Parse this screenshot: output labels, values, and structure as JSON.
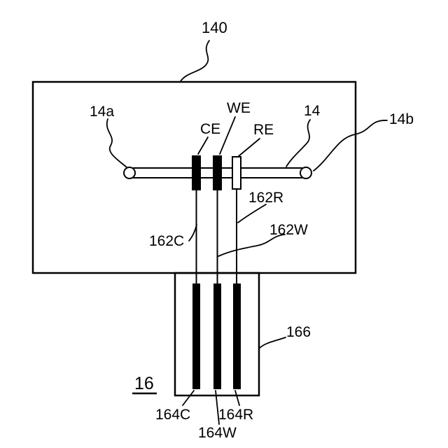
{
  "figure": {
    "labels": {
      "l140": "140",
      "l14a": "14a",
      "lWE": "WE",
      "lCE": "CE",
      "lRE": "RE",
      "l14": "14",
      "l14b": "14b",
      "l162R": "162R",
      "l162C": "162C",
      "l162W": "162W",
      "l166": "166",
      "l16": "16",
      "l164C": "164C",
      "l164W": "164W",
      "l164R": "164R"
    },
    "colors": {
      "line": "#000000",
      "background": "#ffffff",
      "electrode_fill": "#000000",
      "re_electrode_fill": "#ffffff"
    }
  }
}
